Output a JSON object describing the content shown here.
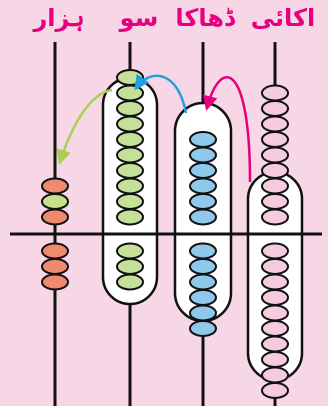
{
  "labels": {
    "thousand": "ہزار",
    "hundred": "سو",
    "ten": "ڈھاکا",
    "one": "اکائی"
  },
  "rods": [
    {
      "name": "thousands",
      "below": 3,
      "above": 3,
      "beads": [
        "#f08a6f",
        "#c8e08a",
        "#f08a6f",
        "#f08a6f",
        "#f08a6f",
        "#f08a6f"
      ]
    },
    {
      "name": "hundreds",
      "below": 3,
      "above": 10,
      "color": "#c6e09a"
    },
    {
      "name": "tens",
      "below": 6,
      "above": 6,
      "color": "#8ec9ec"
    },
    {
      "name": "ones",
      "below": 10,
      "above": 9,
      "color": "#f6cbe0"
    }
  ],
  "colors": {
    "background": "#f7d6e6",
    "label": "#e6007e",
    "arrow_green": "#a9cf55",
    "arrow_blue": "#1fa1df",
    "arrow_magenta": "#e6007e",
    "thousand_beads": "#f08a6f"
  }
}
